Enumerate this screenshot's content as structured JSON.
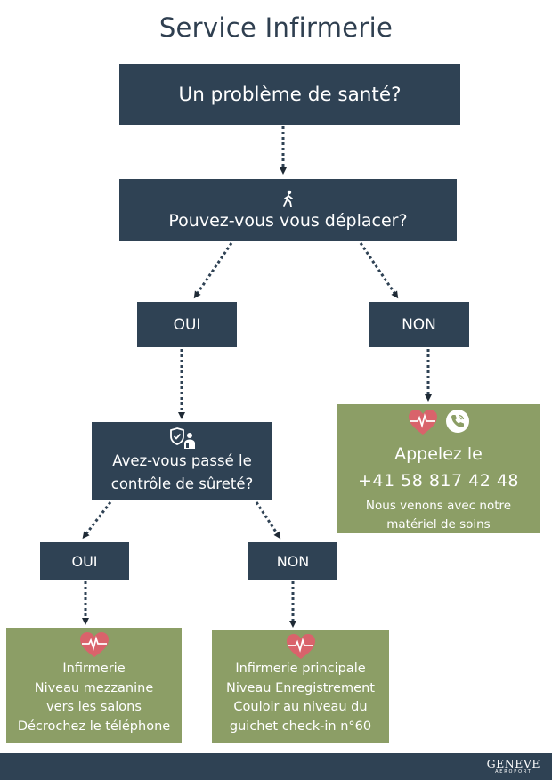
{
  "title": "Service Infirmerie",
  "q1": "Un problème de santé?",
  "q2": "Pouvez-vous vous déplacer?",
  "answer_yes": "OUI",
  "answer_no": "NON",
  "q3": {
    "line1": "Avez-vous passé le",
    "line2": "contrôle de sûreté?"
  },
  "call_box": {
    "line1": "Appelez le",
    "phone": "+41 58 817 42 48",
    "line3": "Nous venons avec notre",
    "line4": "matériel de soins"
  },
  "left_box": {
    "line1": "Infirmerie",
    "line2": "Niveau mezzanine",
    "line3": "vers les salons",
    "line4": "Décrochez le téléphone"
  },
  "right_box": {
    "line1": "Infirmerie principale",
    "line2": "Niveau Enregistrement",
    "line3": "Couloir au niveau du",
    "line4": "guichet check-in n°60"
  },
  "logo": {
    "word": "GENEVE",
    "sub": "AEROPORT"
  },
  "icons": [
    "walking-person-icon",
    "security-check-icon",
    "heart-pulse-icon",
    "phone-icon"
  ],
  "colors": {
    "dark_box": "#2f4254",
    "green_box": "#8c9e66",
    "heart": "#d9636b",
    "title": "#2f3f50"
  }
}
